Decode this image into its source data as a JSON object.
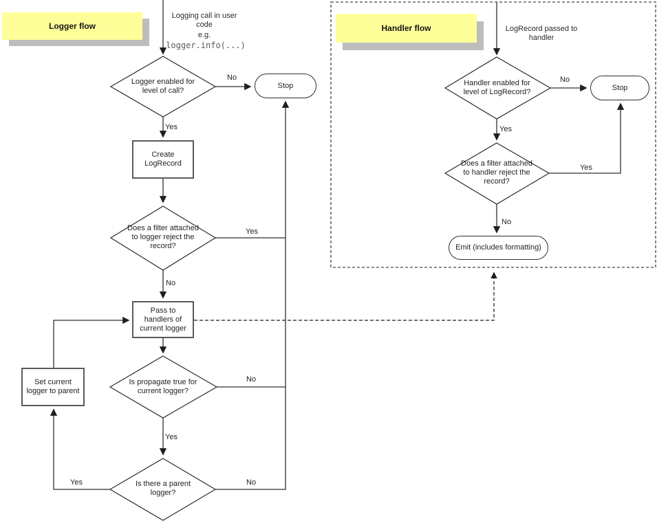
{
  "diagram": {
    "background": "#ffffff",
    "line_color": "#2f2f2f",
    "sticky_fill": "#ffff99",
    "sticky_shadow": "#bdbdbd"
  },
  "logger_flow": {
    "title": "Logger flow",
    "annotation": {
      "text": "Logging call in user code",
      "eg": "e.g.",
      "code": "logger.info(...)"
    },
    "nodes": {
      "level_check": "Logger enabled for level of call?",
      "stop": "Stop",
      "create_record": "Create LogRecord",
      "filter_check": "Does a filter attached to logger reject the record?",
      "pass_to_handlers": "Pass to handlers of current logger",
      "propagate_check": "Is propagate true for current logger?",
      "parent_check": "Is there a parent logger?",
      "set_parent": "Set current logger to parent"
    },
    "edge_labels": {
      "level_no": "No",
      "level_yes": "Yes",
      "filter_yes": "Yes",
      "filter_no": "No",
      "propagate_no": "No",
      "propagate_yes": "Yes",
      "parent_yes": "Yes",
      "parent_no": "No"
    }
  },
  "handler_flow": {
    "title": "Handler flow",
    "annotation": {
      "text": "LogRecord passed to handler"
    },
    "nodes": {
      "level_check": "Handler enabled for level of LogRecord?",
      "stop": "Stop",
      "filter_check": "Does a filter attached to handler reject the record?",
      "emit": "Emit (includes formatting)"
    },
    "edge_labels": {
      "level_no": "No",
      "level_yes": "Yes",
      "filter_yes": "Yes",
      "filter_no": "No"
    }
  }
}
